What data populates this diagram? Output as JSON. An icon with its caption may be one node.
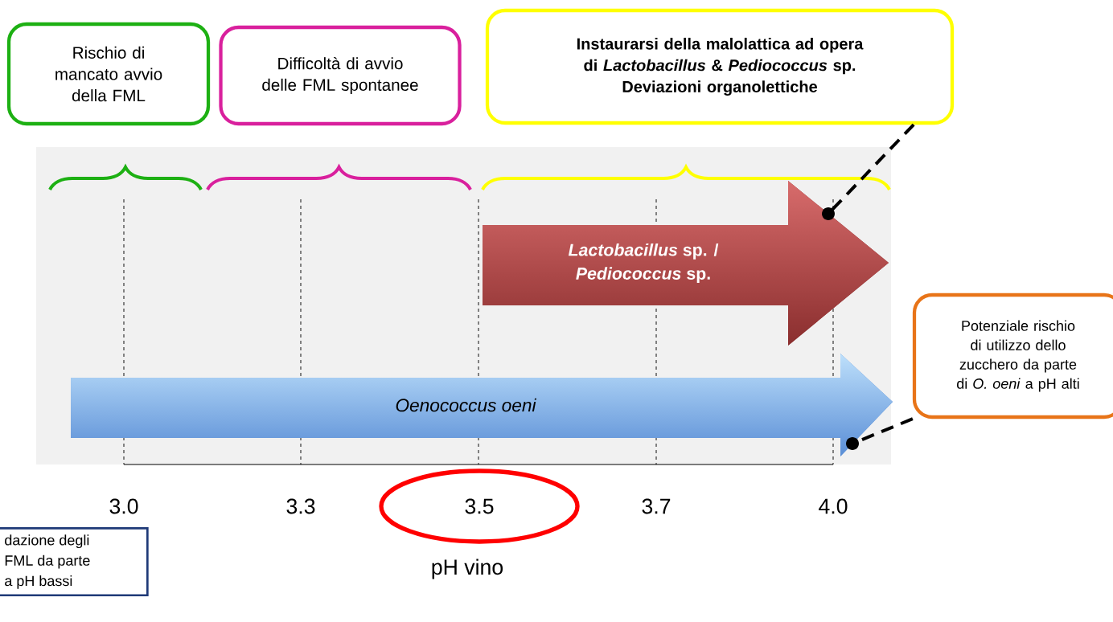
{
  "diagram": {
    "nodes": [
      {
        "text": [
          "Rischio di mancato avvio della FML"
        ]
      },
      {
        "text": [
          "Difficoltà di avvio delle FML spontanee"
        ]
      },
      {
        "text": [
          "Instaurarsi della malolattica ad opera di *Lactobacillus* & *Pediococcus* sp.",
          "Deviazioni organolettiche"
        ]
      },
      {
        "text": [
          "*Lactobacillus* sp. / *Pediococcus* sp."
        ]
      },
      {
        "text": [
          "Potenziale rischio di utilizzo dello zucchero da parte di *O. oeni*  a pH alti"
        ]
      },
      {
        "text": [
          "Oenococcus oeni"
        ]
      },
      {
        "text": [
          "3.5"
        ]
      },
      {
        "text": [
          "dazione degli FML da parte a pH bassi"
        ]
      }
    ],
    "edges": [
      {
        "from": 2,
        "to": 3,
        "arrow": "other",
        "style": "dashed"
      },
      {
        "from": 4,
        "to": 5,
        "arrow": "other",
        "style": "dashed"
      }
    ],
    "labels": [
      "3.0",
      "3.3",
      "3.7",
      "4.0",
      "pH vino"
    ]
  }
}
